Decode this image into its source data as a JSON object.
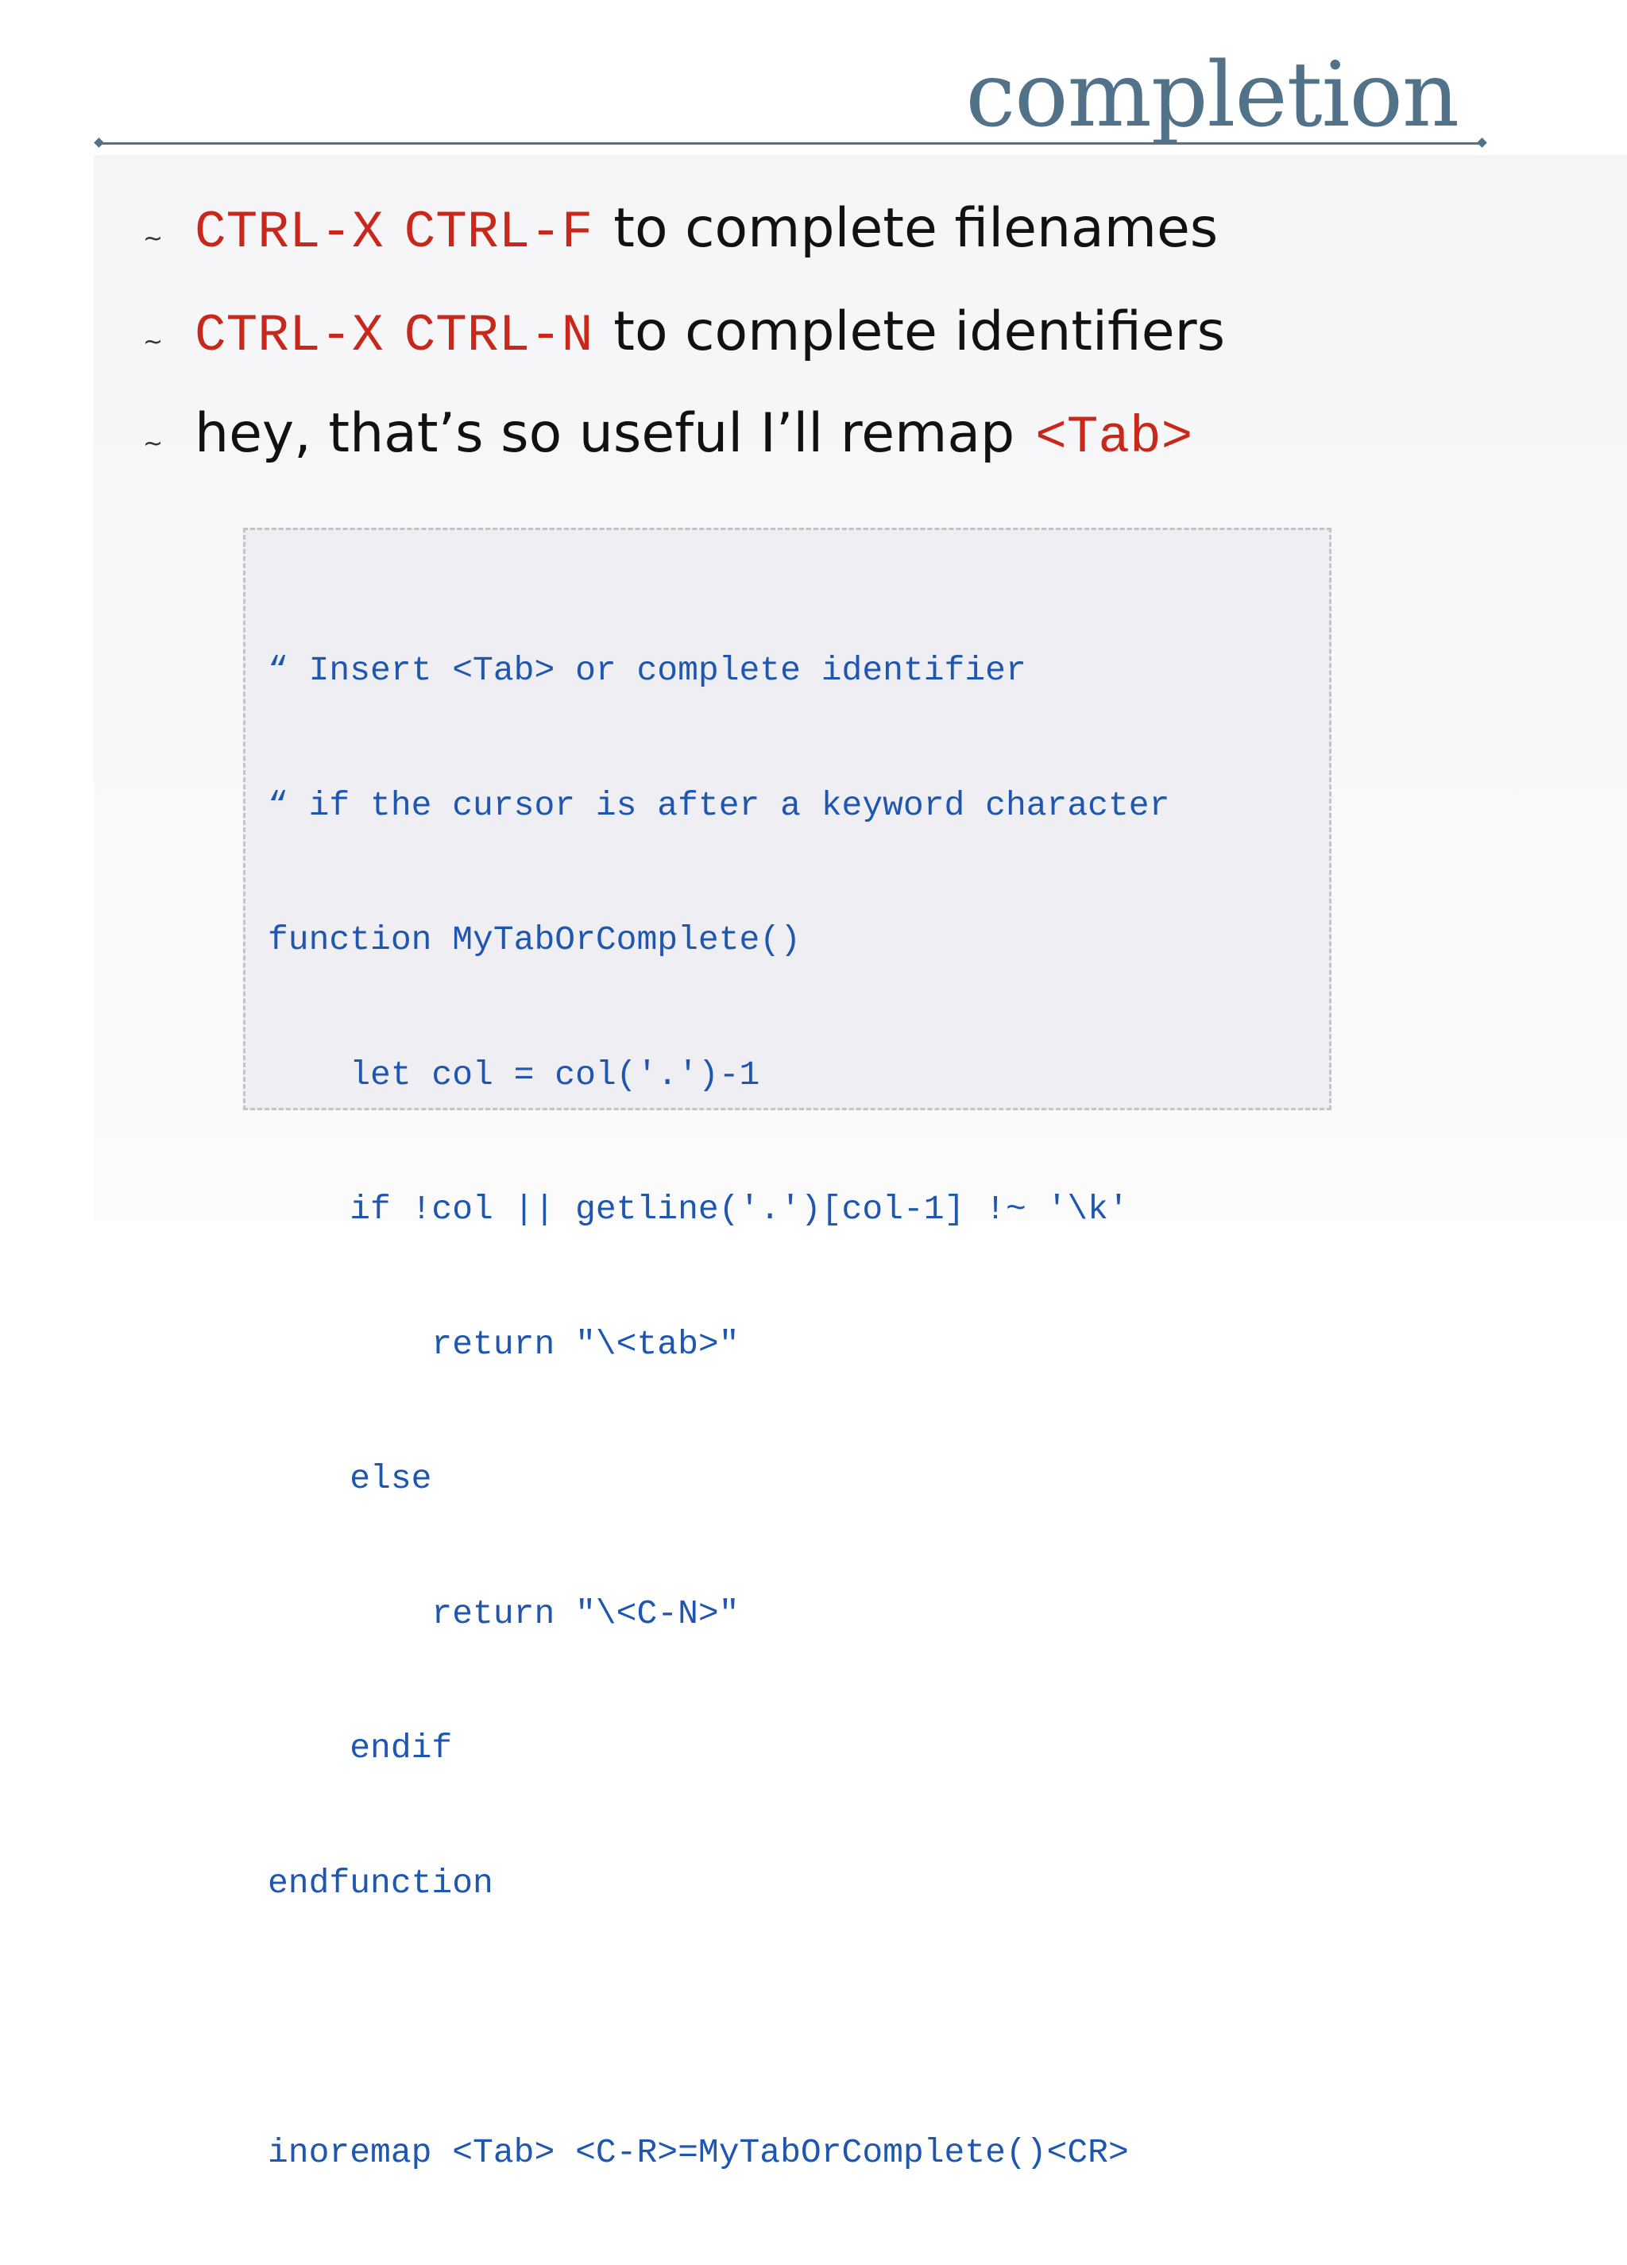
{
  "slide": {
    "title": "completion"
  },
  "bullets": [
    {
      "marker": "~",
      "key1": "CTRL-X",
      "key2": "CTRL-F",
      "text": "to complete filenames"
    },
    {
      "marker": "~",
      "key1": "CTRL-X",
      "key2": "CTRL-N",
      "text": "to complete identifiers"
    },
    {
      "marker": "~",
      "text": "hey, that’s so useful I’ll remap",
      "key": "<Tab>"
    }
  ],
  "code": {
    "lines": [
      "“ Insert <Tab> or complete identifier",
      "“ if the cursor is after a keyword character",
      "function MyTabOrComplete()",
      "    let col = col('.')-1",
      "    if !col || getline('.')[col-1] !~ '\\k'",
      "        return \"\\<tab>\"",
      "    else",
      "        return \"\\<C-N>\"",
      "    endif",
      "endfunction",
      "",
      "inoremap <Tab> <C-R>=MyTabOrComplete()<CR>"
    ]
  },
  "colors": {
    "title": "#52728a",
    "key": "#c8281b",
    "code": "#1e56b0",
    "text": "#111111"
  }
}
